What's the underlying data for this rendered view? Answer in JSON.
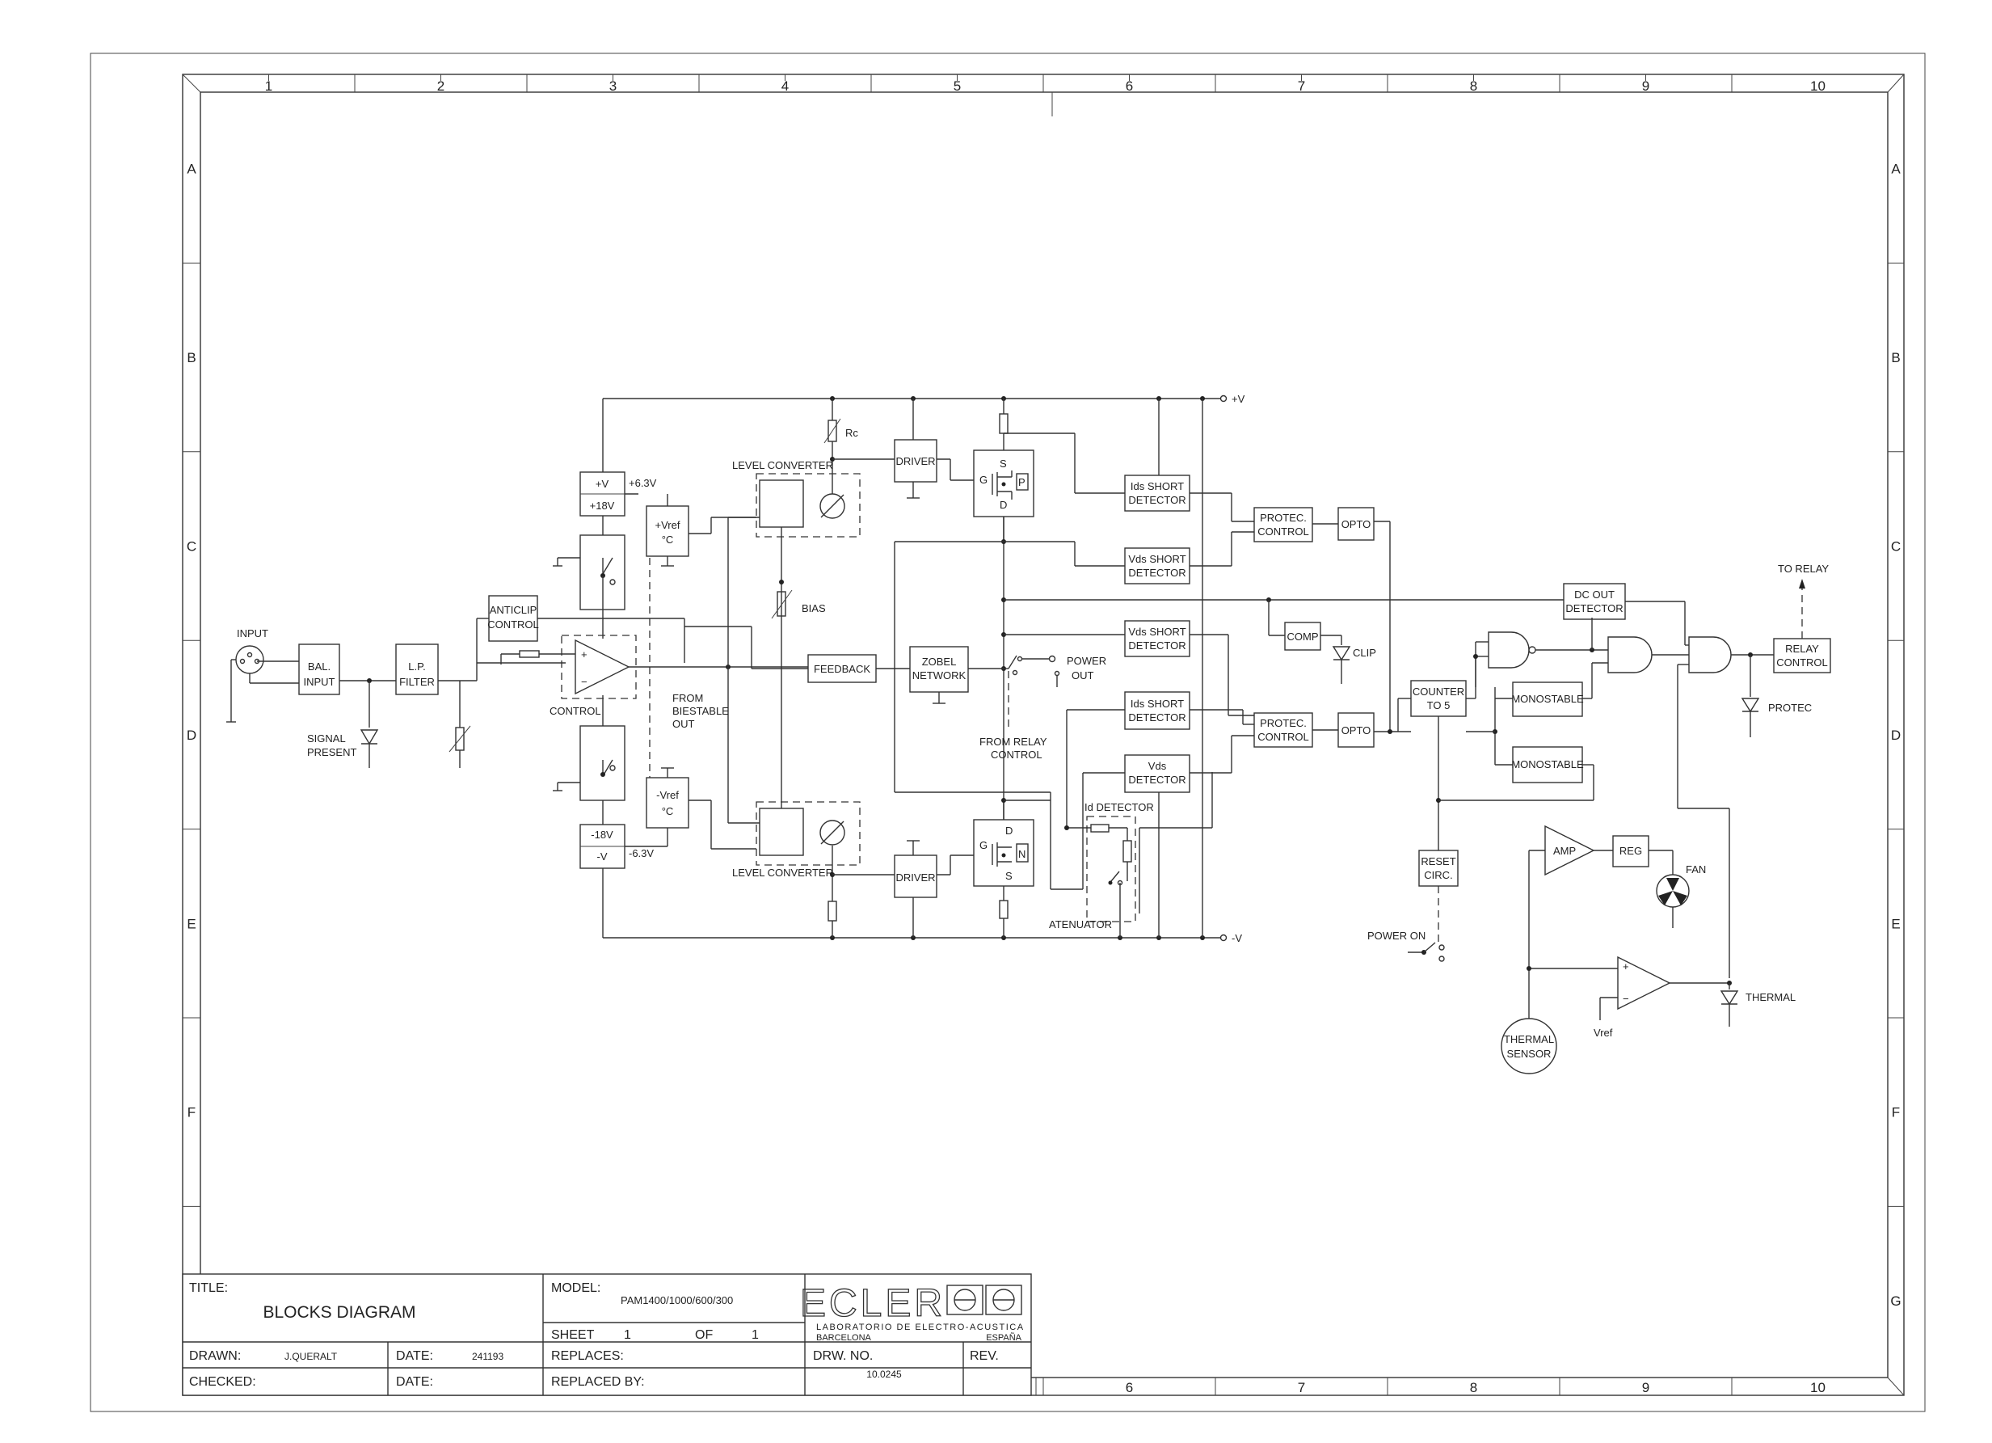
{
  "frame": {
    "columns": [
      "1",
      "2",
      "3",
      "4",
      "5",
      "6",
      "7",
      "8",
      "9",
      "10"
    ],
    "rows": [
      "A",
      "B",
      "C",
      "D",
      "E",
      "F",
      "G"
    ]
  },
  "blocks": {
    "input": "INPUT",
    "bal_input": [
      "BAL.",
      "INPUT"
    ],
    "signal_present": [
      "SIGNAL",
      "PRESENT"
    ],
    "lp_filter": [
      "L.P.",
      "FILTER"
    ],
    "anticlip": [
      "ANTICLIP",
      "CONTROL"
    ],
    "control": "CONTROL",
    "pos_supply": [
      "+V",
      "+18V"
    ],
    "neg_supply": [
      "-18V",
      "-V"
    ],
    "pos_63": "+6.3V",
    "neg_63": "-6.3V",
    "vref_pos": [
      "+Vref",
      "°C"
    ],
    "vref_neg": [
      "-Vref",
      "°C"
    ],
    "level_converter_top": "LEVEL CONVERTER",
    "level_converter_bottom": "LEVEL CONVERTER",
    "rc": "Rc",
    "bias": "BIAS",
    "from_biestable": [
      "FROM",
      "BIESTABLE",
      "OUT"
    ],
    "feedback": "FEEDBACK",
    "driver_top": "DRIVER",
    "driver_bottom": "DRIVER",
    "zobel": [
      "ZOBEL",
      "NETWORK"
    ],
    "power_out": [
      "POWER",
      "OUT"
    ],
    "from_relay": [
      "FROM RELAY",
      "CONTROL"
    ],
    "ids_short_top": [
      "Ids SHORT",
      "DETECTOR"
    ],
    "vds_short_top": [
      "Vds SHORT",
      "DETECTOR"
    ],
    "vds_short_mid": [
      "Vds SHORT",
      "DETECTOR"
    ],
    "ids_short_bottom": [
      "Ids SHORT",
      "DETECTOR"
    ],
    "vds_detector": [
      "Vds",
      "DETECTOR"
    ],
    "id_detector": "Id DETECTOR",
    "atenuator": "ATENUATOR",
    "protec_control_top": [
      "PROTEC.",
      "CONTROL"
    ],
    "protec_control_bottom": [
      "PROTEC.",
      "CONTROL"
    ],
    "opto_top": "OPTO",
    "opto_bottom": "OPTO",
    "plus_v": "+V",
    "minus_v": "-V",
    "comp": "COMP",
    "clip": "CLIP",
    "dc_out": [
      "DC OUT",
      "DETECTOR"
    ],
    "counter": [
      "COUNTER",
      "TO 5"
    ],
    "monostable_1": "MONOSTABLE",
    "monostable_2": "MONOSTABLE",
    "reset": [
      "RESET",
      "CIRC."
    ],
    "power_on": "POWER ON",
    "to_relay": "TO RELAY",
    "relay_control": [
      "RELAY",
      "CONTROL"
    ],
    "protec": "PROTEC",
    "amp": "AMP",
    "reg": "REG",
    "fan": "FAN",
    "thermal": "THERMAL",
    "thermal_sensor": [
      "THERMAL",
      "SENSOR"
    ],
    "vref": "Vref",
    "mosfet_top": {
      "g": "G",
      "s": "S",
      "d": "D",
      "type": "P"
    },
    "mosfet_bottom": {
      "g": "G",
      "s": "S",
      "d": "D",
      "type": "N"
    }
  },
  "title_block": {
    "title_label": "TITLE:",
    "title": "BLOCKS DIAGRAM",
    "model_label": "MODEL:",
    "model": "PAM1400/1000/600/300",
    "sheet_label": "SHEET",
    "sheet_num": "1",
    "of_label": "OF",
    "sheet_total": "1",
    "company_logo": "ECLER",
    "company_line1": "LABORATORIO DE ELECTRO-ACUSTICA",
    "company_city": "BARCELONA",
    "company_country": "ESPAÑA",
    "drawn_label": "DRAWN:",
    "drawn": "J.QUERALT",
    "date_label": "DATE:",
    "date": "241193",
    "replaces_label": "REPLACES:",
    "drw_label": "DRW. NO.",
    "drw_no": "10.0245",
    "rev_label": "REV.",
    "checked_label": "CHECKED:",
    "date2_label": "DATE:",
    "replaced_label": "REPLACED BY:"
  }
}
